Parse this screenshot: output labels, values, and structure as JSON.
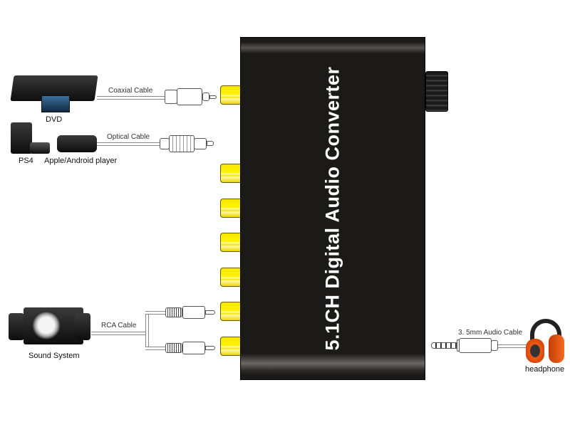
{
  "converter": {
    "title": "5.1CH Digital Audio Converter",
    "body_color": "#1c1a18",
    "port_color": "#fff200",
    "port_count": 7
  },
  "inputs": [
    {
      "device": "DVD",
      "cable": "Coaxial Cable"
    },
    {
      "devices": [
        "PS4",
        "Apple/Android player"
      ],
      "cable": "Optical Cable"
    }
  ],
  "outputs": [
    {
      "device": "Sound System",
      "cable": "RCA Cable"
    },
    {
      "device": "headphone",
      "cable": "3. 5mm Audio Cable",
      "accent": "#f05a14"
    }
  ],
  "labels": {
    "dvd": "DVD",
    "ps4": "PS4",
    "apple": "Apple/Android player",
    "coaxial": "Coaxial Cable",
    "optical": "Optical Cable",
    "rca": "RCA Cable",
    "sound_system": "Sound System",
    "audio_cable": "3. 5mm Audio Cable",
    "headphone": "headphone"
  }
}
